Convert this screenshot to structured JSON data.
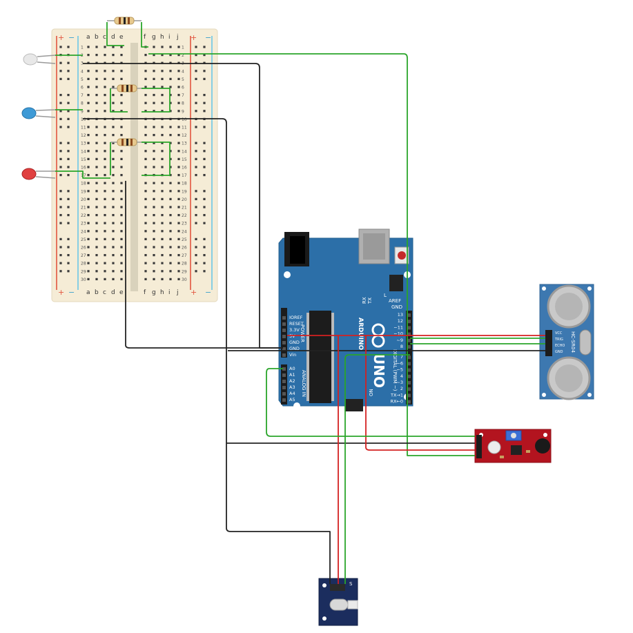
{
  "breadboard": {
    "columns_left": [
      "a",
      "b",
      "c",
      "d",
      "e"
    ],
    "columns_right": [
      "f",
      "g",
      "h",
      "i",
      "j"
    ],
    "rows": [
      "1",
      "2",
      "3",
      "4",
      "5",
      "6",
      "7",
      "8",
      "9",
      "10",
      "11",
      "12",
      "13",
      "14",
      "15",
      "16",
      "17",
      "18",
      "19",
      "20",
      "21",
      "22",
      "23",
      "24",
      "25",
      "26",
      "27",
      "28",
      "29",
      "30"
    ],
    "rail_plus": "+",
    "rail_minus": "−"
  },
  "arduino": {
    "model": "UNO",
    "brand": "ARDUINO",
    "on_label": "ON",
    "digital_label": "DIGITAL (PWM ~)",
    "analog_label": "ANALOG IN",
    "power_label": "POWER",
    "top_labels": [
      "L",
      "TX",
      "RX",
      "AREF",
      "GND"
    ],
    "digital_pins": [
      "13",
      "12",
      "~11",
      "~10",
      "~9",
      "8",
      "7",
      "~6",
      "~5",
      "4",
      "~3",
      "2",
      "TX→1",
      "RX←0"
    ],
    "power_pins": [
      "IOREF",
      "RESET",
      "3.3V",
      "5V",
      "GND",
      "GND",
      "Vin"
    ],
    "analog_pins": [
      "A0",
      "A1",
      "A2",
      "A3",
      "A4",
      "A5"
    ]
  },
  "ultrasonic": {
    "model": "HC-SR04",
    "pins": [
      "VCC",
      "TRIG",
      "ECHO",
      "GND"
    ]
  },
  "ir_module": {
    "pin_labels": [
      "-",
      "S"
    ]
  },
  "colors": {
    "wire_black": "#222222",
    "wire_red": "#d42020",
    "wire_green": "#2aa52a",
    "arduino_blue": "#2c6fa8",
    "sensor_red": "#b3141f",
    "ultrasonic_blue": "#3d78b0",
    "ir_navy": "#1b2d5e",
    "breadboard": "#f5ecd6"
  }
}
